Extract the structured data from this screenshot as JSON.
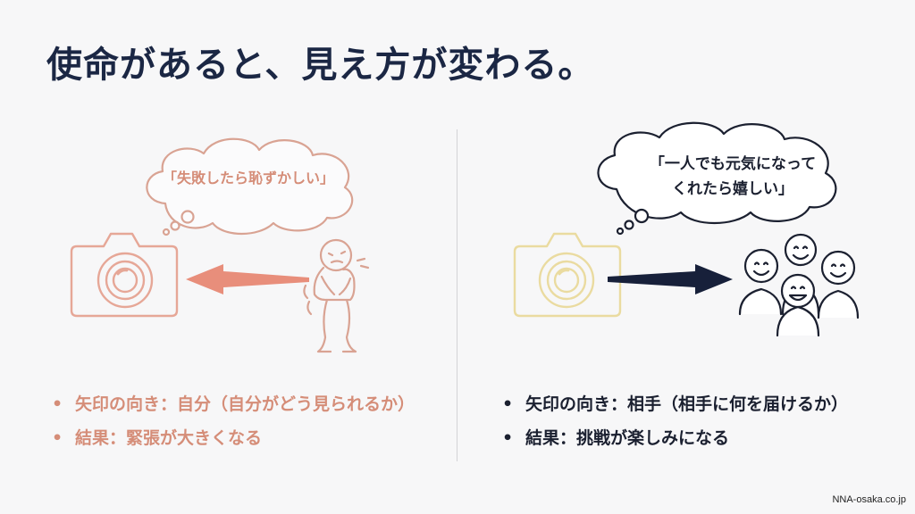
{
  "title": "使命があると、見え方が変わる。",
  "left": {
    "thought": "「失敗したら恥ずかしい」",
    "bullets": [
      "矢印の向き：自分（自分がどう見られるか）",
      "結果：緊張が大きくなる"
    ]
  },
  "right": {
    "thought_line1": "「一人でも元気になって",
    "thought_line2": "くれたら嬉しい」",
    "bullets": [
      "矢印の向き：相手（相手に何を届けるか）",
      "結果：挑戦が楽しみになる"
    ]
  },
  "footer": "NNA-osaka.co.jp",
  "colors": {
    "title": "#1b2744",
    "left_accent": "#d58d78",
    "left_arrow": "#e88e7b",
    "right_camera": "#eadba0",
    "right_arrow": "#17203a"
  },
  "icons": [
    "thought-bubble-icon",
    "camera-icon",
    "arrow-left-icon",
    "nervous-person-icon",
    "arrow-right-icon",
    "smiling-audience-icon"
  ]
}
